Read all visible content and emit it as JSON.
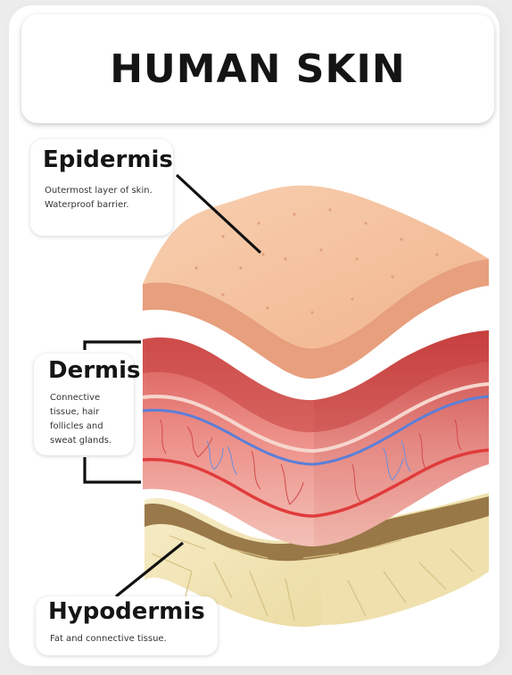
{
  "title": "HUMAN SKIN",
  "layers": [
    {
      "name": "Epidermis",
      "description_lines": [
        "Outermost layer of skin.",
        "Waterproof barrier."
      ]
    },
    {
      "name": "Dermis",
      "description_lines": [
        "Connective",
        "tissue, hair",
        "follicles and",
        "sweat glands."
      ]
    },
    {
      "name": "Hypodermis",
      "description_lines": [
        "Fat and connective tissue."
      ]
    }
  ],
  "colors": {
    "epidermis_top": "#f6c4a0",
    "epidermis_side": "#e8a07d",
    "dermis_upper": "#d95e5a",
    "dermis_lower": "#f2b9b0",
    "artery": "#e03b3b",
    "vein": "#5a7fd8",
    "hypodermis_fat": "#f3e6b8",
    "hypodermis_shadow": "#9b7a45"
  }
}
